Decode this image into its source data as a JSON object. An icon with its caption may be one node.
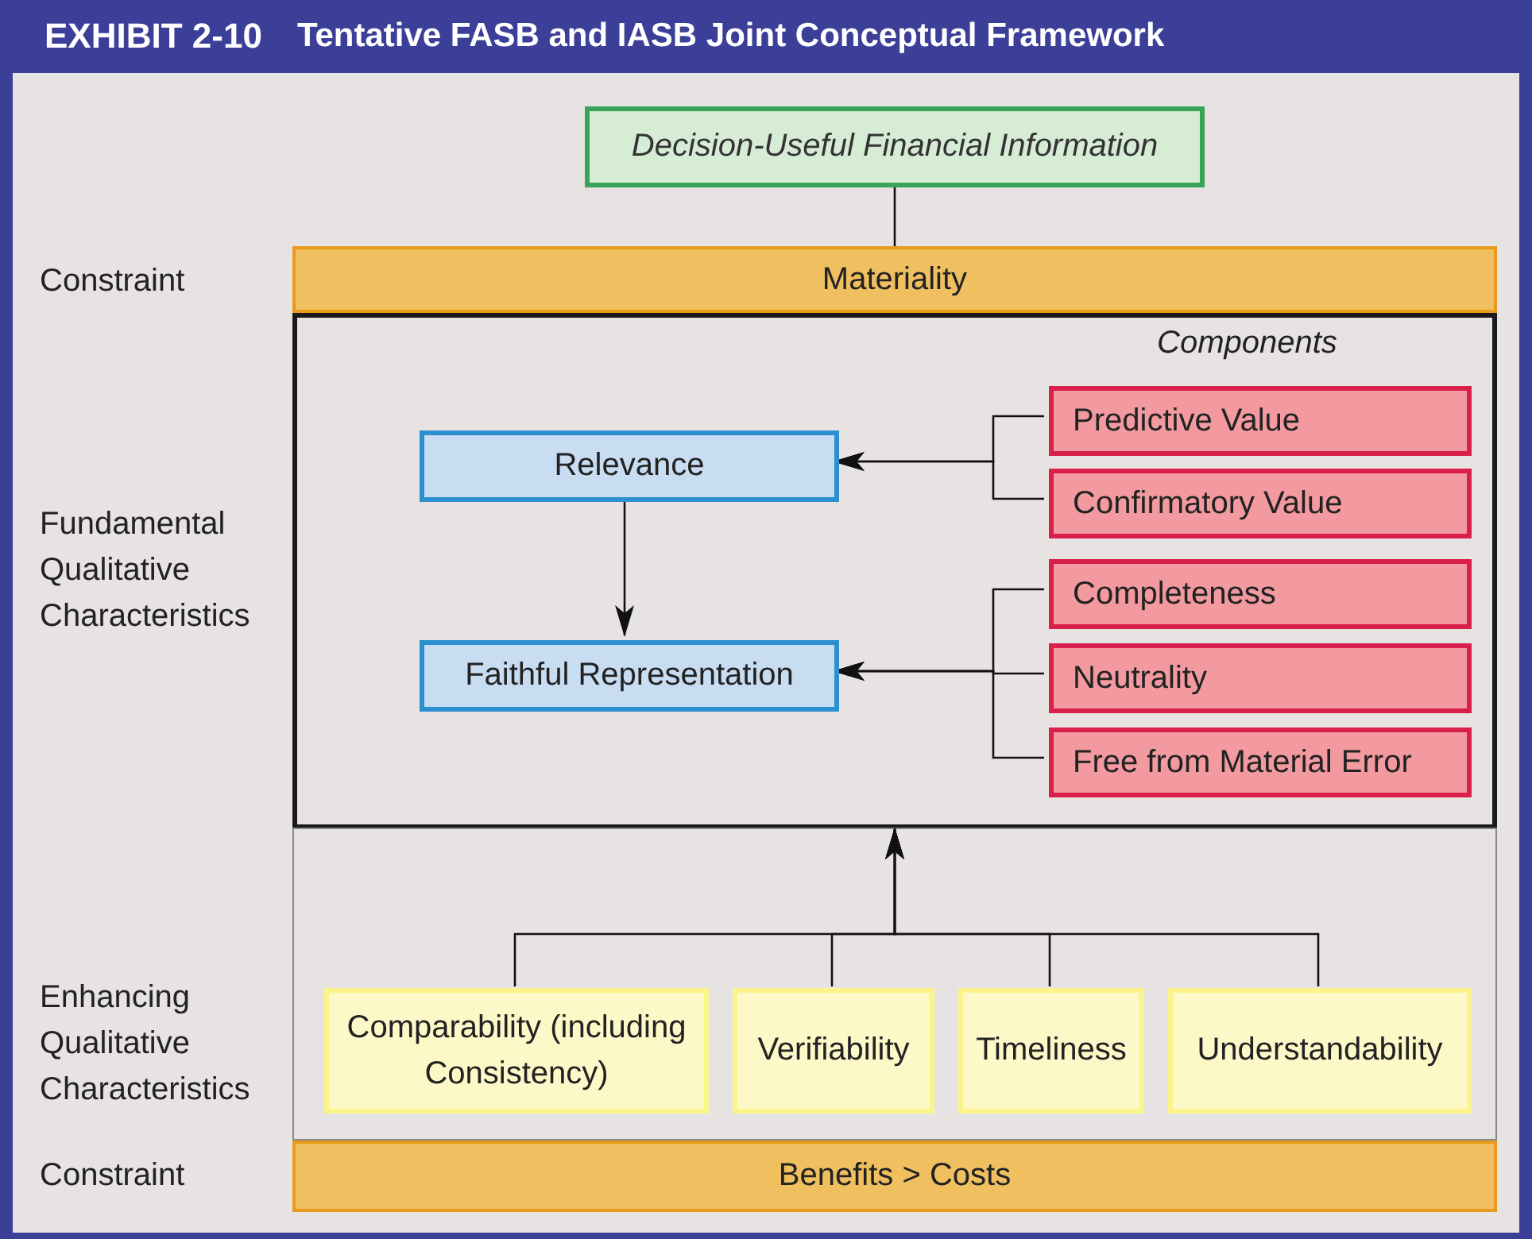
{
  "diagram": {
    "title": "Tentative FASB and IASB Joint Conceptual Framework",
    "nodes": [
      {
        "text": [
          "Decision-Useful Financial Information"
        ]
      },
      {
        "text": [
          "Materiality"
        ]
      },
      {
        "text": [],
        "shape": "box"
      },
      {
        "text": [
          "Relevance"
        ],
        "in": 2
      },
      {
        "text": [
          "Predictive Value"
        ],
        "in": 2
      },
      {
        "text": [
          "Confirmatory Value"
        ],
        "in": 2
      },
      {
        "text": [
          "Faithful Representation"
        ],
        "in": 2
      },
      {
        "text": [
          "Completeness"
        ],
        "in": 2
      },
      {
        "text": [
          "Neutrality"
        ],
        "in": 2
      },
      {
        "text": [
          "Free from Material Error"
        ],
        "in": 2
      },
      {
        "text": [],
        "shape": "box"
      },
      {
        "text": [
          "Comparability (including Consistency)"
        ],
        "in": 10
      },
      {
        "text": [
          "Verifiability"
        ],
        "in": 10
      },
      {
        "text": [
          "Timeliness"
        ],
        "in": 10
      },
      {
        "text": [
          "Understandability"
        ],
        "in": 10
      },
      {
        "text": [
          "Benefits > Costs"
        ]
      }
    ],
    "edges": [
      {
        "from": 0,
        "to": 1,
        "arrow": "none"
      },
      {
        "from": 4,
        "to": 3,
        "arrow": "to"
      },
      {
        "from": 5,
        "to": 3,
        "arrow": "to"
      },
      {
        "from": 3,
        "to": 6,
        "arrow": "to"
      },
      {
        "from": 7,
        "to": 6,
        "arrow": "to"
      },
      {
        "from": 8,
        "to": 6,
        "arrow": "to"
      },
      {
        "from": 9,
        "to": 6,
        "arrow": "to"
      },
      {
        "from": 11,
        "to": 2,
        "arrow": "to"
      },
      {
        "from": 12,
        "to": 2,
        "arrow": "to"
      },
      {
        "from": 13,
        "to": 2,
        "arrow": "to"
      },
      {
        "from": 14,
        "to": 2,
        "arrow": "to"
      }
    ],
    "labels": [
      "EXHIBIT 2-10",
      "Constraint",
      "Fundamental Qualitative Characteristics",
      "Components",
      "Enhancing Qualitative Characteristics",
      "Constraint"
    ]
  }
}
